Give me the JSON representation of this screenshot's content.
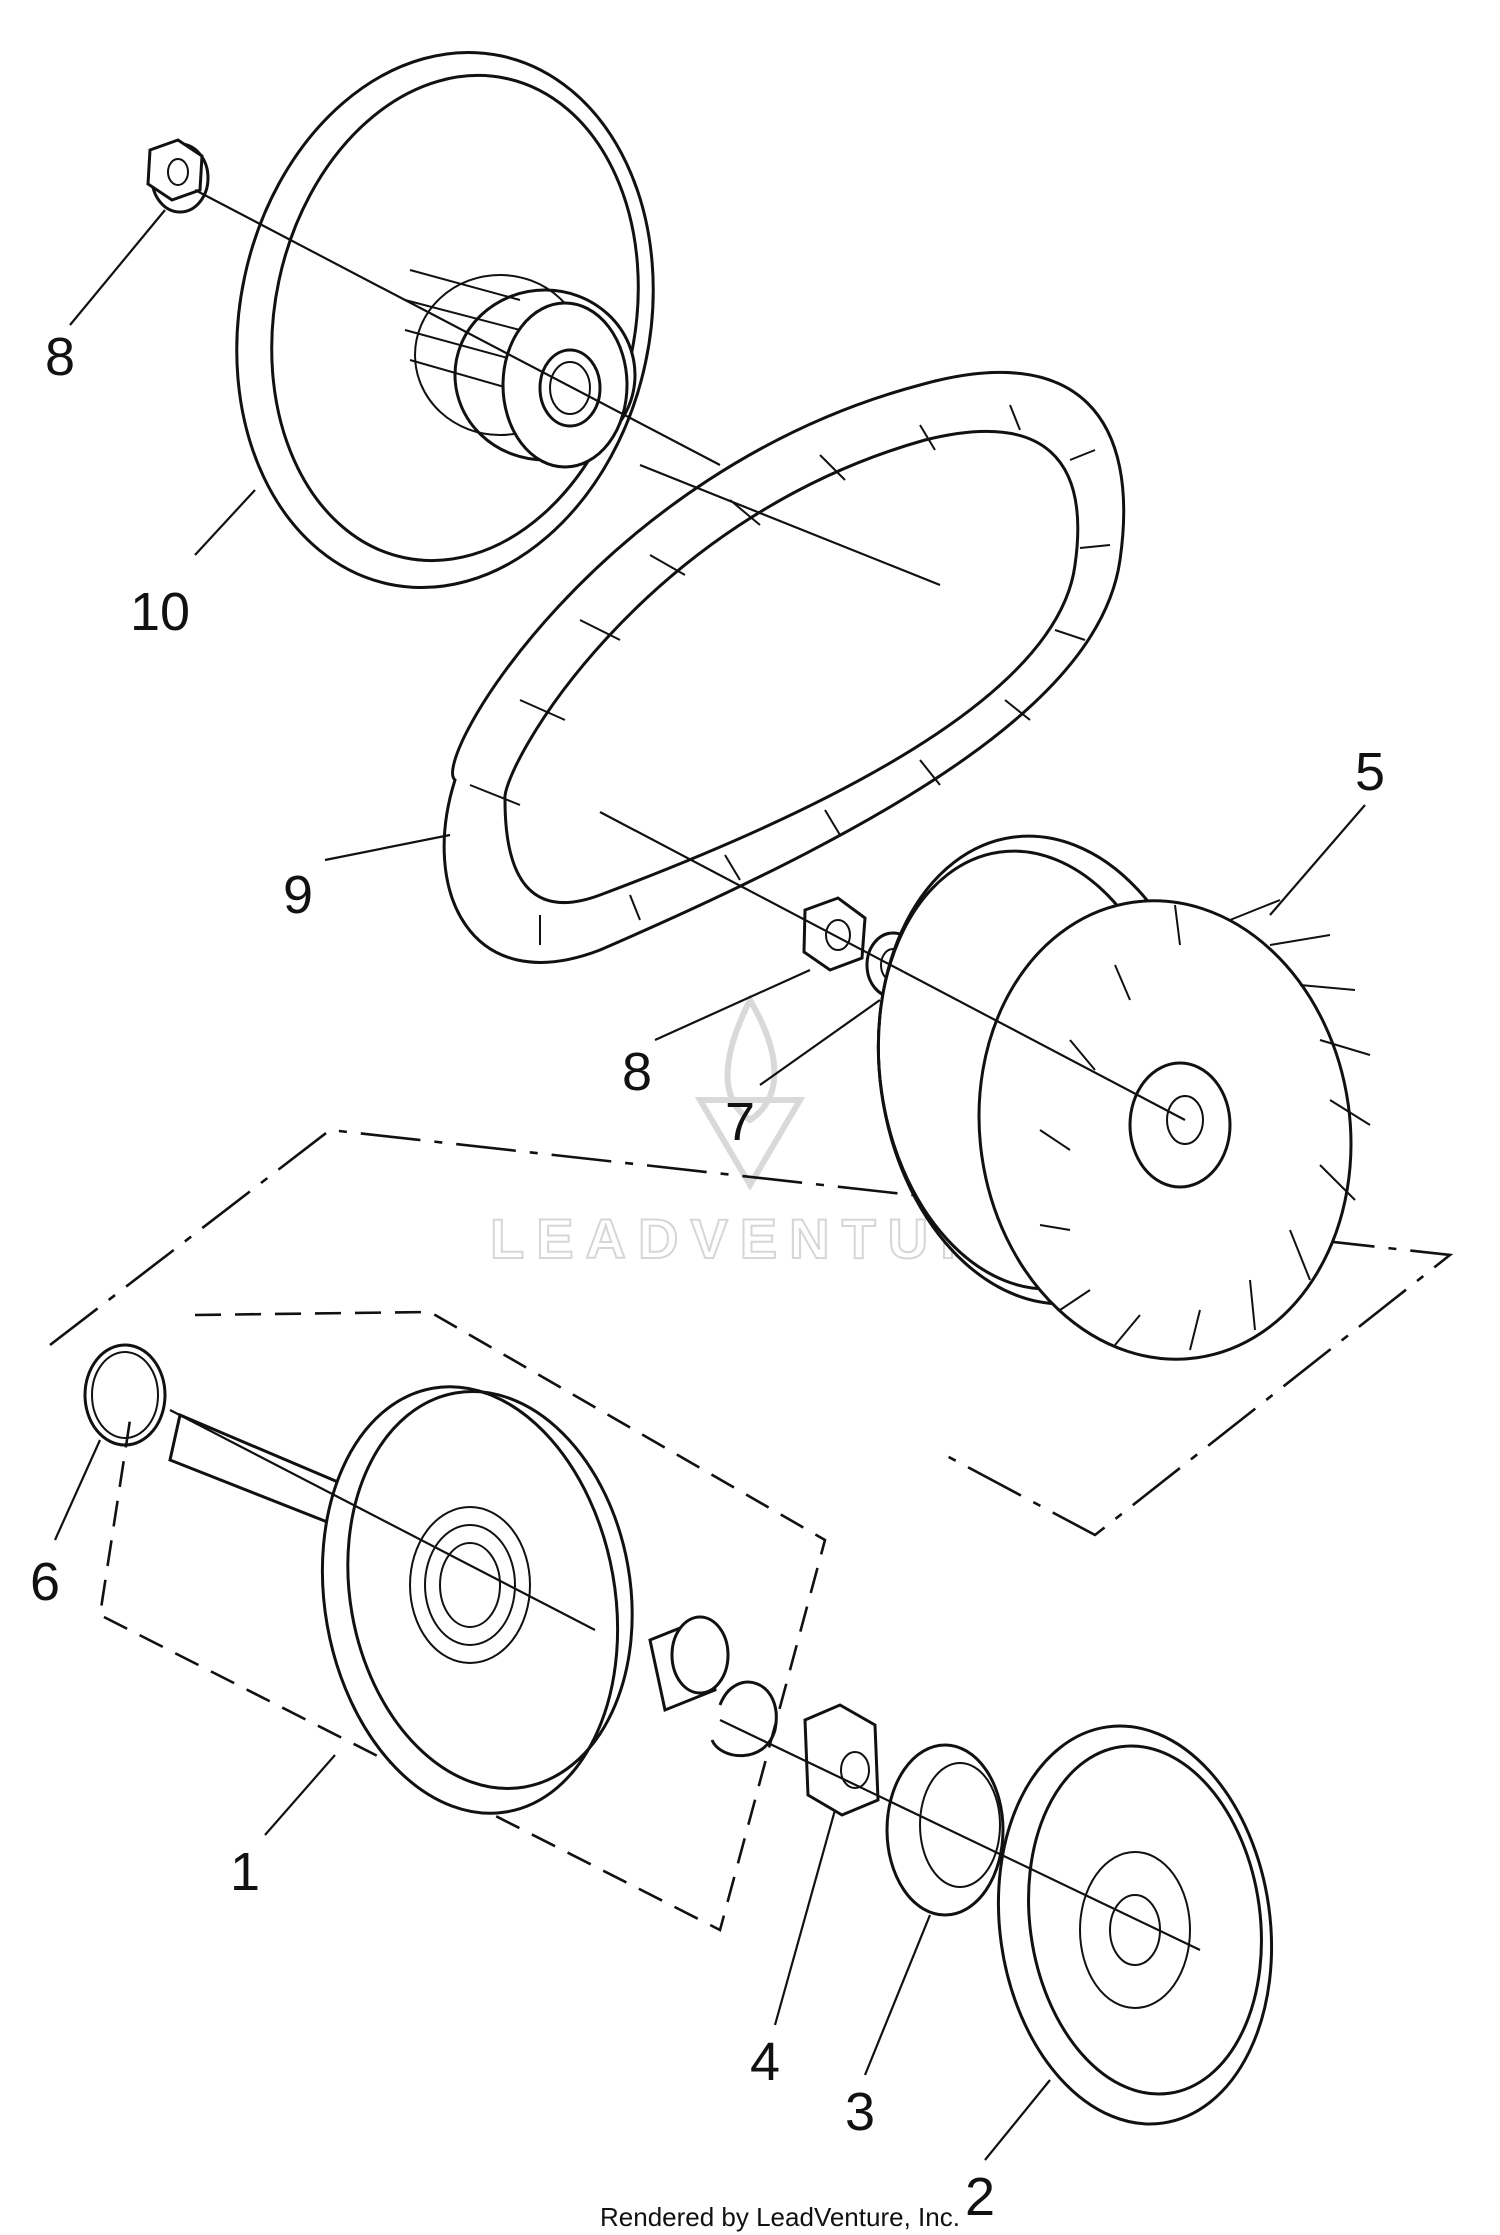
{
  "callouts": {
    "c1": "1",
    "c2": "2",
    "c3": "3",
    "c4": "4",
    "c5": "5",
    "c6": "6",
    "c7": "7",
    "c8a": "8",
    "c8b": "8",
    "c9": "9",
    "c10": "10"
  },
  "watermark": {
    "text": "LEADVENTURE",
    "icon": "leadventure-flame-logo-icon"
  },
  "footer": {
    "text": "Rendered by LeadVenture, Inc."
  },
  "colors": {
    "line": "#111111",
    "background": "#ffffff",
    "watermark": "#d6d6d6"
  }
}
